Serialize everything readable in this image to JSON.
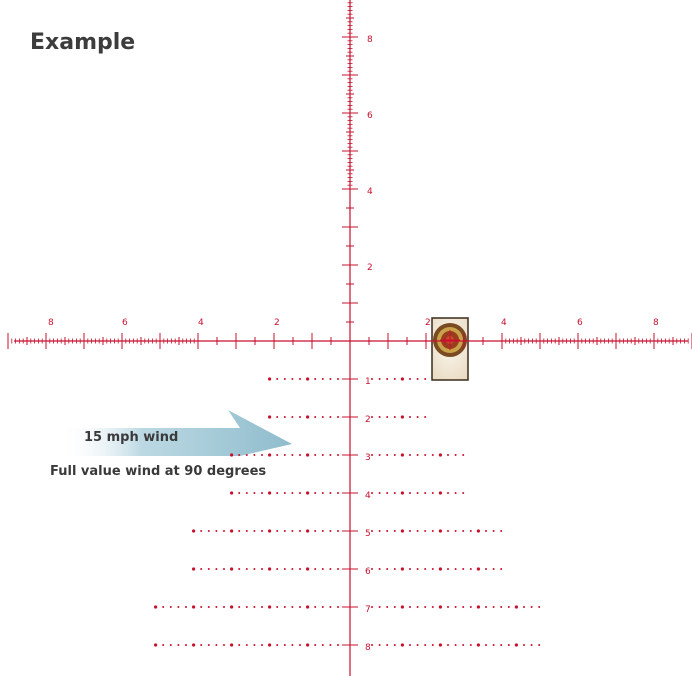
{
  "title": "Example",
  "wind": {
    "label": "15 mph wind",
    "note": "Full value wind at 90 degrees"
  },
  "reticle": {
    "color": "#c8102e",
    "horizontal_labels": [
      "8",
      "6",
      "4",
      "2",
      "2",
      "4",
      "6",
      "8"
    ],
    "vertical_labels": [
      "8",
      "6",
      "4",
      "2"
    ],
    "holdover_labels": [
      "1",
      "2",
      "3",
      "4",
      "5",
      "6",
      "7",
      "8"
    ]
  },
  "target": {
    "frame_color": "#3b2a1a",
    "fill_color": "#f3ece0",
    "ring_colors": [
      "#8a5a2b",
      "#c9a24a",
      "#a83a1f"
    ]
  },
  "arrow": {
    "color": "#9fc6d3"
  }
}
